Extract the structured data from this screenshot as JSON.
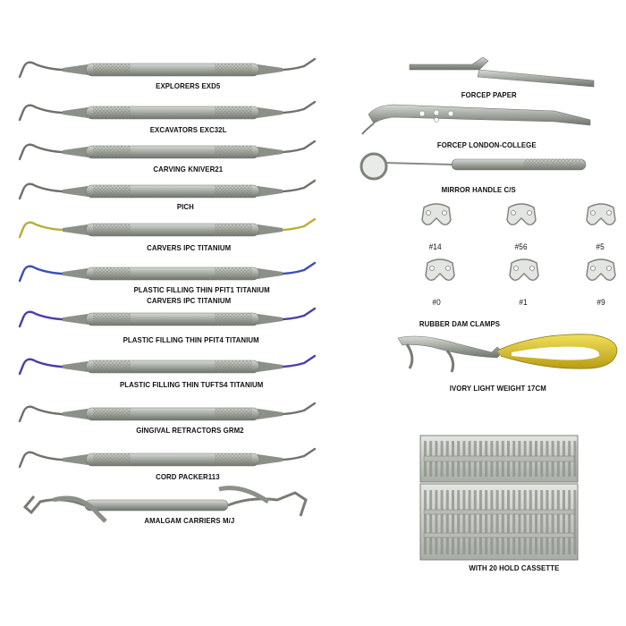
{
  "colors": {
    "steel_light": "#c9ccc8",
    "steel_mid": "#9ea39c",
    "steel_dark": "#6d726b",
    "titanium_gold": "#b9ad38",
    "titanium_blue": "#3a4fb8",
    "titanium_violet": "#4b3fa8",
    "gold_handle": "#d9c22a"
  },
  "instruments_left": [
    {
      "label": "EXPLORERS EXD5",
      "tip": "steel"
    },
    {
      "label": "EXCAVATORS EXC32L",
      "tip": "steel"
    },
    {
      "label": "CARVING KNIVER21",
      "tip": "steel"
    },
    {
      "label": "PICH",
      "tip": "steel"
    },
    {
      "label": "CARVERS IPC TITANIUM",
      "tip": "gold"
    },
    {
      "label": "PLASTIC FILLING THIN PFIT1 TITANIUM",
      "sublabel": "CARVERS IPC TITANIUM",
      "tip": "blue"
    },
    {
      "label": "PLASTIC FILLING THIN PFIT4 TITANIUM",
      "tip": "violet"
    },
    {
      "label": "PLASTIC FILLING THIN TUFTS4 TITANIUM",
      "tip": "violet"
    },
    {
      "label": "GINGIVAL RETRACTORS GRM2",
      "tip": "steel"
    },
    {
      "label": "CORD PACKER113",
      "tip": "steel"
    },
    {
      "label": "AMALGAM CARRIERS M/J",
      "tip": "steel"
    }
  ],
  "instruments_right": {
    "forcep_paper": "FORCEP PAPER",
    "forcep_london": "FORCEP LONDON-COLLEGE",
    "mirror_handle": "MIRROR HANDLE C/S",
    "clamps_title": "RUBBER DAM CLAMPS",
    "clamps": [
      "#14",
      "#56",
      "#5",
      "#0",
      "#1",
      "#9"
    ],
    "ivory": "IVORY LIGHT WEIGHT 17CM",
    "cassette": "WITH 20 HOLD CASSETTE"
  }
}
